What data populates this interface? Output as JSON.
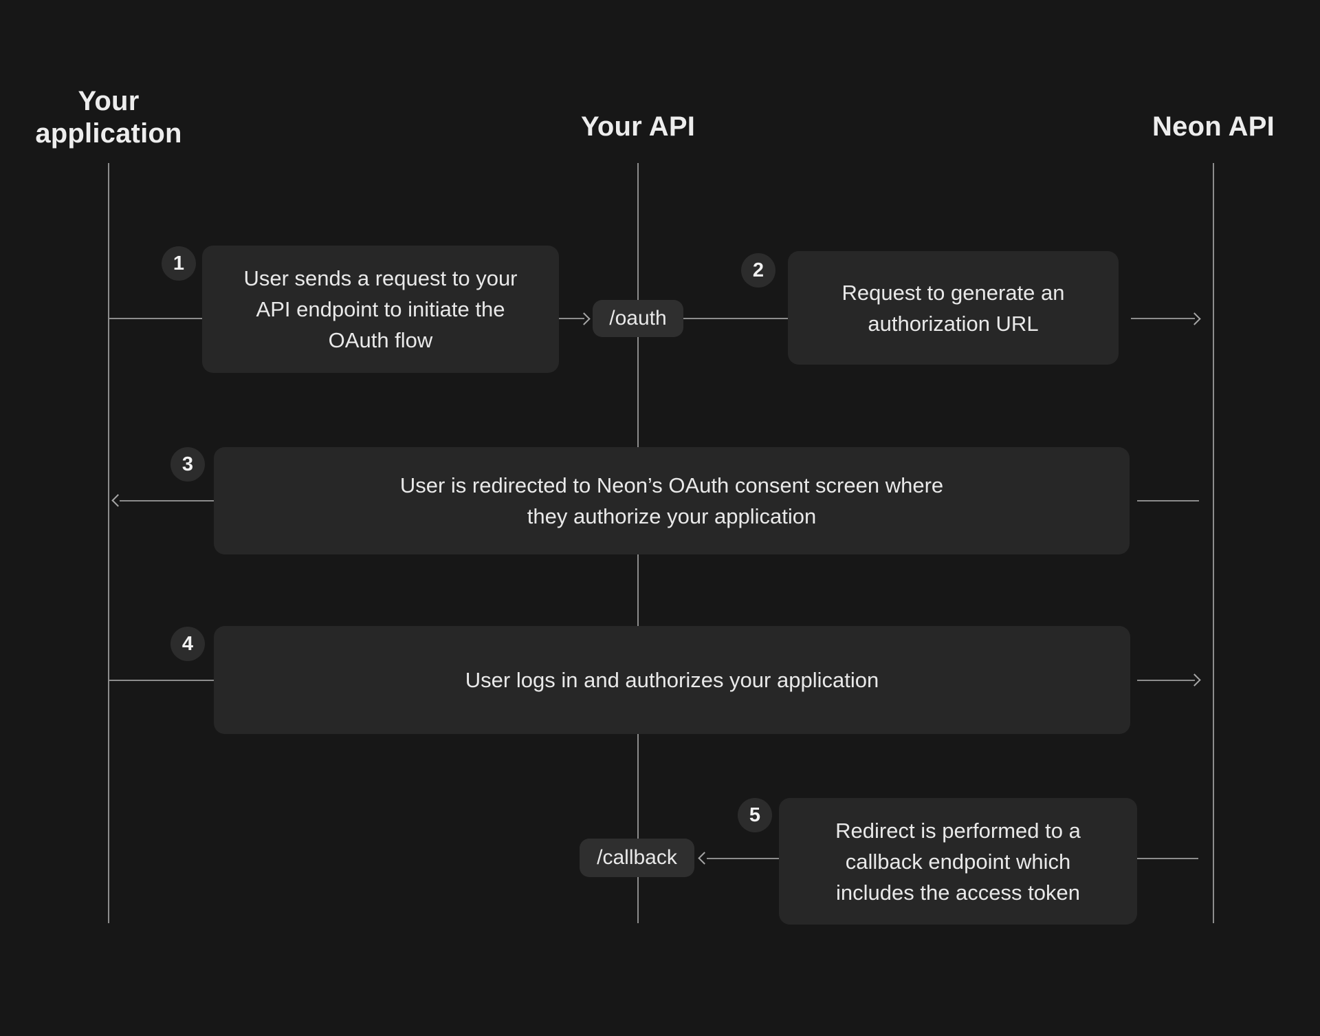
{
  "diagram": {
    "actors": [
      {
        "label": "Your application"
      },
      {
        "label": "Your API"
      },
      {
        "label": "Neon API"
      }
    ],
    "endpoints": [
      {
        "label": "/oauth"
      },
      {
        "label": "/callback"
      }
    ],
    "steps": [
      {
        "number": "1",
        "text": "User sends a request to your\nAPI endpoint to initiate the\nOAuth flow"
      },
      {
        "number": "2",
        "text": "Request to generate an\nauthorization URL"
      },
      {
        "number": "3",
        "text": "User is redirected to Neon’s OAuth consent screen where\nthey authorize your application"
      },
      {
        "number": "4",
        "text": "User logs in and authorizes your application"
      },
      {
        "number": "5",
        "text": "Redirect is performed to a\ncallback endpoint which\nincludes the access token"
      }
    ],
    "colors": {
      "background": "#171717",
      "message_box": "#272727",
      "endpoint_badge": "#2f2f2f",
      "step_circle": "#2c2c2c",
      "line": "#8d8d8d",
      "arrowhead": "#a6a6a6",
      "heading_text": "#ededed",
      "body_text": "#e9e9e9"
    }
  }
}
